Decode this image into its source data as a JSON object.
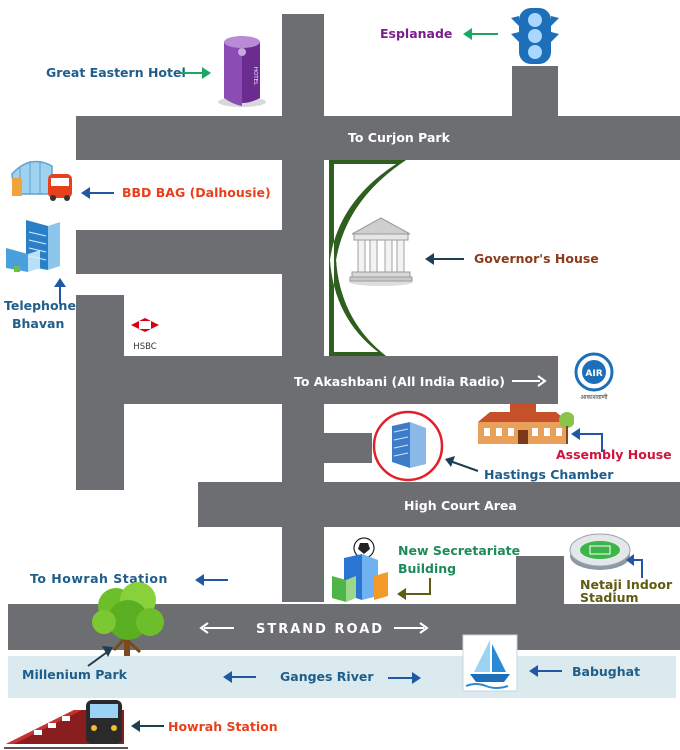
{
  "colors": {
    "road": "#6d6e71",
    "river": "#dbeaee",
    "label_blue": "#1f5d8b",
    "label_red": "#e8401c",
    "label_purple": "#7a1e8c",
    "label_brown": "#8b3a1a",
    "label_green": "#1d8a5a",
    "label_olive": "#5e5b12",
    "label_crimson": "#d0143b",
    "arrow_blue": "#2257a4",
    "arrow_green": "#1aa862",
    "arrow_navy": "#1d3f55",
    "arrow_olive": "#5e5b12"
  },
  "roads": {
    "curjon": "To Curjon Park",
    "akashbani": "To Akashbani (All India Radio)",
    "high_court": "High Court Area",
    "strand": "STRAND ROAD"
  },
  "landmarks": {
    "esplanade": "Esplanade",
    "great_eastern": "Great Eastern Hotel",
    "hotel_sign": "HOTEL",
    "bbd_bag": "BBD BAG (Dalhousie)",
    "telephone_line1": "Telephone",
    "telephone_line2": "Bhavan",
    "hsbc": "HSBC",
    "governors_house": "Governor's House",
    "assembly_house": "Assembly House",
    "hastings_chamber": "Hastings Chamber",
    "secretariate_line1": "New Secretariate",
    "secretariate_line2": "Building",
    "netaji_line1": "Netaji Indoor",
    "netaji_line2": "Stadium",
    "to_howrah_station": "To Howrah Station",
    "millenium_park": "Millenium Park",
    "ganges_river": "Ganges River",
    "babughat": "Babughat",
    "howrah_station": "Howrah Station",
    "air_sub": "आकाशवाणी",
    "air_logo": "AIR"
  },
  "icons": [
    "traffic-light-icon",
    "hotel-building-icon",
    "bus-stop-icon",
    "office-building-icon",
    "hsbc-logo-icon",
    "governors-house-icon",
    "all-india-radio-logo-icon",
    "assembly-house-icon",
    "hastings-chamber-icon",
    "secretariate-building-icon",
    "stadium-icon",
    "tree-icon",
    "boat-icon",
    "train-icon"
  ]
}
